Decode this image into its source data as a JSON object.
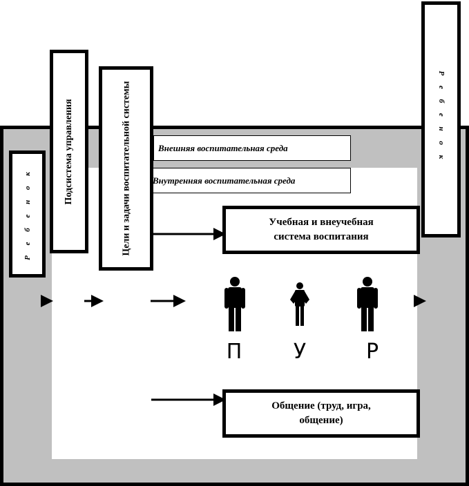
{
  "boxes": {
    "child_left": "Р е б е н о к",
    "child_right": "Р е б е н о к",
    "management": "Подсистема управления",
    "goals": "Цели и задачи воспитательной системы",
    "outer_env": "Внешняя воспитательная  среда",
    "inner_env": "Внутренняя воспитательная среда",
    "system_line1": "Учебная  и  внеучебная",
    "system_line2": "система воспитания",
    "comm_line1": "Общение (труд, игра,",
    "comm_line2": "общение)"
  },
  "figures": [
    {
      "letter": "П",
      "icon": "adult-figure-icon"
    },
    {
      "letter": "У",
      "icon": "child-figure-icon"
    },
    {
      "letter": "Р",
      "icon": "adult-figure-icon"
    }
  ],
  "colors": {
    "frame": "#c0c0c0",
    "stroke": "#000000",
    "fill": "#ffffff"
  }
}
